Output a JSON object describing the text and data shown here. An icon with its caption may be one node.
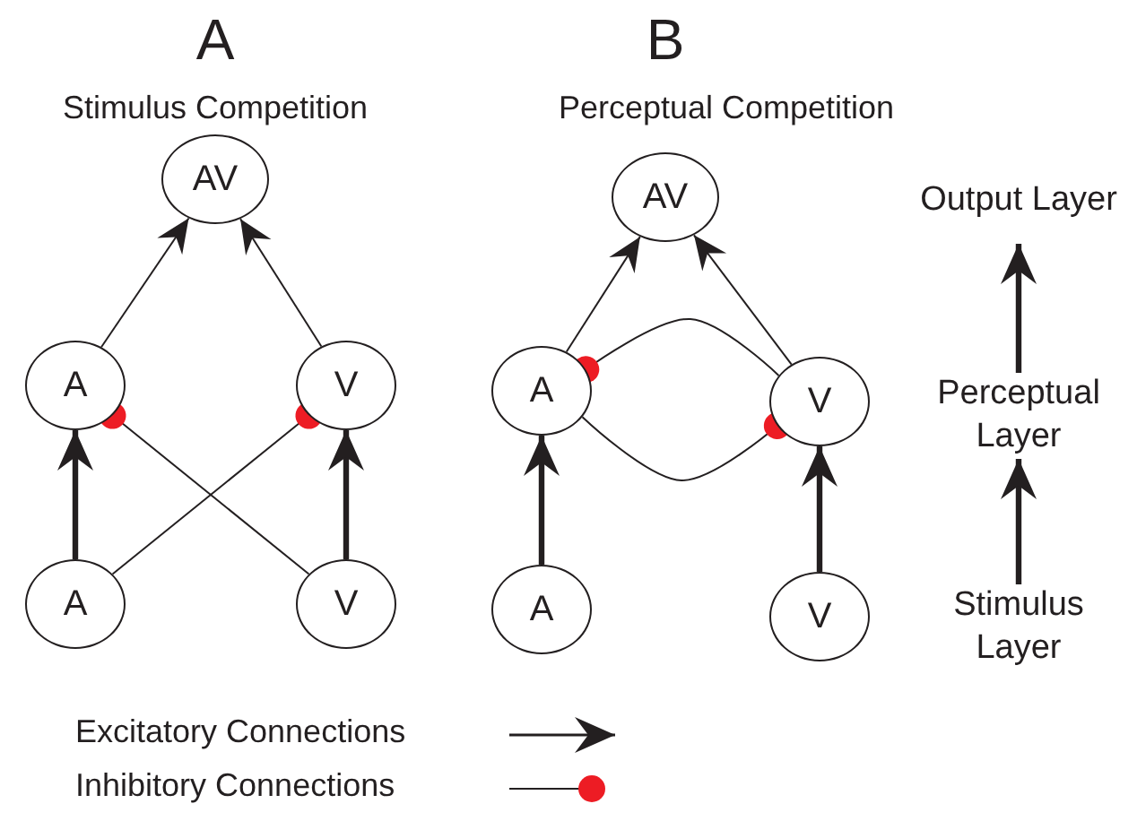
{
  "diagram": {
    "nodes": [
      {
        "text": [
          "AV"
        ]
      },
      {
        "text": [
          "A"
        ]
      },
      {
        "text": [
          "V"
        ]
      },
      {
        "text": [
          "A"
        ]
      },
      {
        "text": [
          "V"
        ]
      },
      {
        "text": [
          "AV"
        ]
      },
      {
        "text": [
          "A"
        ]
      },
      {
        "text": [
          "V"
        ]
      },
      {
        "text": [
          "A"
        ]
      },
      {
        "text": [
          "V"
        ]
      },
      {
        "text": [
          "Output Layer"
        ]
      },
      {
        "text": [
          "Perceptual Layer"
        ]
      },
      {
        "text": [
          "Stimulus Layer"
        ]
      }
    ],
    "edges": [
      {
        "from": 3,
        "to": 1,
        "arrow": "to",
        "style": "thick"
      },
      {
        "from": 4,
        "to": 2,
        "arrow": "to",
        "style": "thick"
      },
      {
        "from": 3,
        "to": 2,
        "arrow": "other"
      },
      {
        "from": 4,
        "to": 1,
        "arrow": "other"
      },
      {
        "from": 1,
        "to": 0,
        "arrow": "to"
      },
      {
        "from": 2,
        "to": 0,
        "arrow": "to"
      },
      {
        "from": 8,
        "to": 6,
        "arrow": "to",
        "style": "thick"
      },
      {
        "from": 9,
        "to": 7,
        "arrow": "to",
        "style": "thick"
      },
      {
        "from": 6,
        "to": 5,
        "arrow": "to"
      },
      {
        "from": 7,
        "to": 5,
        "arrow": "to"
      },
      {
        "from": 7,
        "to": 6,
        "arrow": "other"
      },
      {
        "from": 6,
        "to": 7,
        "arrow": "other"
      },
      {
        "from": 12,
        "to": 11,
        "arrow": "to",
        "style": "thick"
      },
      {
        "from": 11,
        "to": 10,
        "arrow": "to",
        "style": "thick"
      }
    ],
    "labels": [
      "A",
      "Stimulus Competition",
      "B",
      "Perceptual Competition"
    ],
    "legend": [
      {
        "text": "Excitatory Connections"
      },
      {
        "text": "Inhibitory Connections"
      }
    ]
  }
}
